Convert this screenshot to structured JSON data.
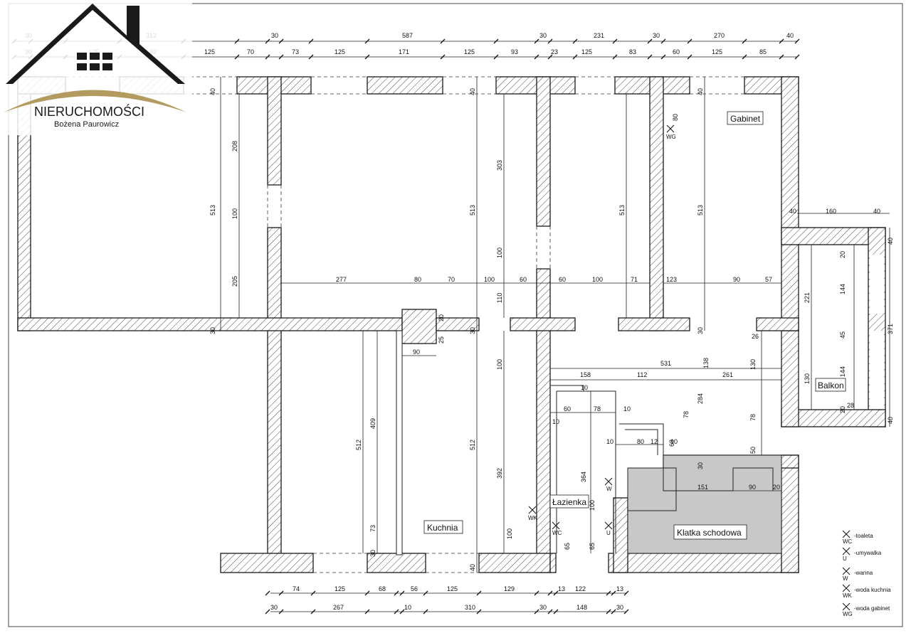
{
  "logo": {
    "company": "NIERUCHOMOŚCI",
    "owner": "Bożena Paurowicz"
  },
  "rooms": {
    "gabinet": "Gabinet",
    "balkon": "Balkon",
    "kuchnia": "Kuchnia",
    "lazienka": "Łazienka",
    "klatka": "Klatka schodowa"
  },
  "fixtures": {
    "wg": "WG",
    "wk": "WK",
    "wc": "WC",
    "w": "W",
    "u": "U"
  },
  "legend": [
    {
      "code": "WC",
      "label": "-toaleta"
    },
    {
      "code": "U",
      "label": "-umywalka"
    },
    {
      "code": "W",
      "label": "-wanna"
    },
    {
      "code": "WK",
      "label": "-woda kuchnia"
    },
    {
      "code": "WG",
      "label": "-woda gabinet"
    }
  ],
  "dims_top1": [
    "30",
    "312",
    "30",
    "587",
    "30",
    "231",
    "30",
    "270",
    "40"
  ],
  "dims_top2": [
    "30",
    "125",
    "92",
    "125",
    "70",
    "73",
    "125",
    "171",
    "125",
    "93",
    "23",
    "125",
    "83",
    "60",
    "125",
    "85"
  ],
  "dims_bottom1": [
    "74",
    "125",
    "68",
    "56",
    "125",
    "129",
    "13",
    "122",
    "13"
  ],
  "dims_bottom2": [
    "30",
    "267",
    "10",
    "310",
    "30",
    "148",
    "30"
  ],
  "dims_inner": [
    "40",
    "208",
    "100",
    "205",
    "513",
    "30",
    "40",
    "303",
    "100",
    "513",
    "110",
    "20",
    "25",
    "30",
    "513",
    "513",
    "40",
    "80",
    "40",
    "160",
    "40",
    "40",
    "20",
    "144",
    "45",
    "144",
    "20",
    "28",
    "40",
    "221",
    "371",
    "130",
    "130",
    "78",
    "50",
    "26",
    "30",
    "138",
    "284",
    "78",
    "68",
    "277",
    "80",
    "70",
    "100",
    "60",
    "60",
    "100",
    "71",
    "123",
    "90",
    "57",
    "90",
    "100",
    "512",
    "409",
    "73",
    "30",
    "512",
    "392",
    "100",
    "40",
    "531",
    "158",
    "112",
    "261",
    "10",
    "60",
    "78",
    "10",
    "10",
    "10",
    "80",
    "12",
    "10",
    "364",
    "100",
    "65",
    "65",
    "151",
    "90",
    "20",
    "30"
  ]
}
